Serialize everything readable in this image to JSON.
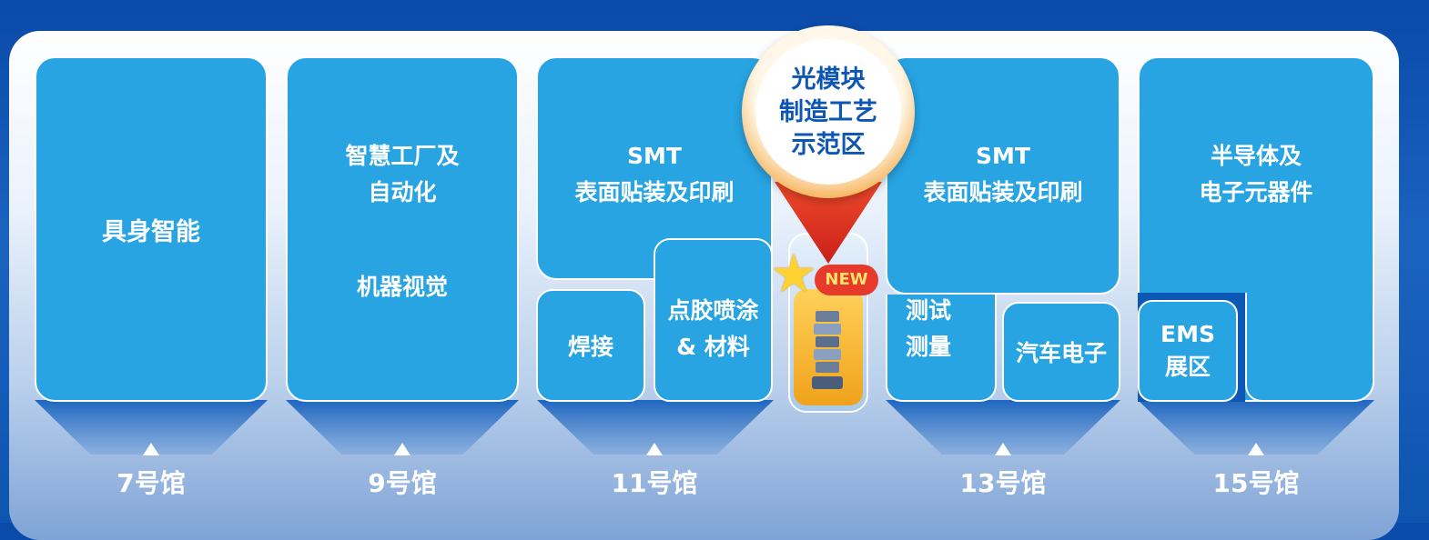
{
  "blocks": {
    "h7": "具身智能",
    "h9_line1": "智慧工厂及",
    "h9_line2": "自动化",
    "h9_line3": "机器视觉",
    "h11_smt": "SMT",
    "h11_smt2": "表面贴装及印刷",
    "h11_weld": "焊接",
    "h11_glue1": "点胶喷涂",
    "h11_glue2": "& 材料",
    "h13_smt": "SMT",
    "h13_smt2": "表面贴装及印刷",
    "h13_test1": "测试",
    "h13_test2": "测量",
    "h13_auto": "汽车电子",
    "h15_semi1": "半导体及",
    "h15_semi2": "电子元器件",
    "h15_ems1": "EMS",
    "h15_ems2": "展区"
  },
  "highlight": {
    "line1": "光模块",
    "line2": "制造工艺",
    "line3": "示范区",
    "badge": "NEW"
  },
  "halls": [
    "7号馆",
    "9号馆",
    "11号馆",
    "13号馆",
    "15号馆"
  ],
  "icons": {
    "pointer": "triangle-up-icon",
    "star": "star-icon",
    "badge": "new-badge-icon"
  },
  "colors": {
    "block": "#28a4e3",
    "background": "#0a4aa8",
    "highlight_ring": "#e97b1c",
    "highlight_text": "#0e56b3"
  }
}
